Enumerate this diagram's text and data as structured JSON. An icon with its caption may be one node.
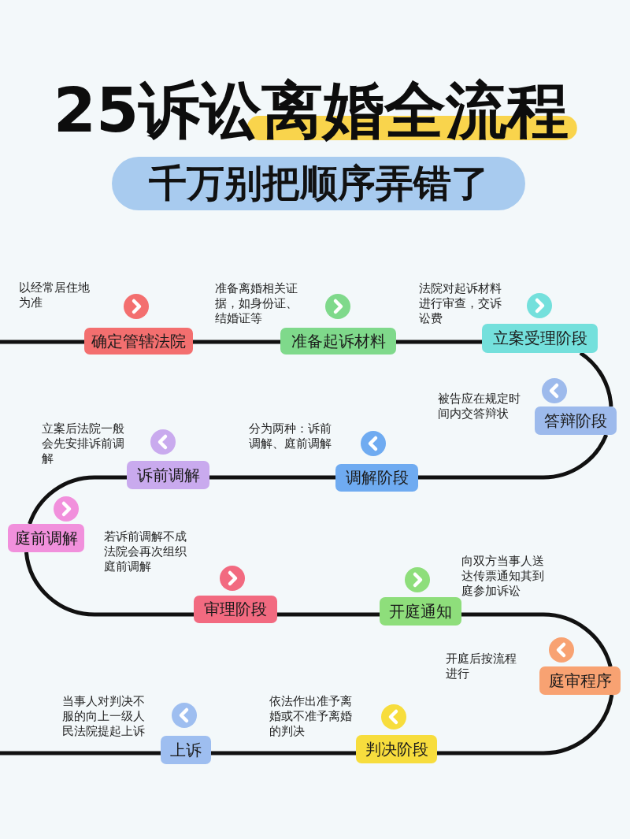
{
  "diagram": {
    "title": "25诉讼离婚全流程",
    "nodes": [
      {
        "text": [
          "千万别把顺序弄错了"
        ]
      },
      {
        "text": [
          "确定管辖法院"
        ],
        "beside": [
          "以经常居住地为准"
        ]
      },
      {
        "text": [
          "准备起诉材料"
        ],
        "beside": [
          "准备离婚相关证据，如身份证、结婚证等"
        ]
      },
      {
        "text": [
          "立案受理阶段"
        ],
        "beside": [
          "法院对起诉材料进行审查，交诉讼费"
        ]
      },
      {
        "text": [
          "答辩阶段"
        ],
        "beside": [
          "被告应在规定时间内交答辩状"
        ]
      },
      {
        "text": [
          "调解阶段"
        ],
        "beside": [
          "分为两种：诉前调解、庭前调解"
        ]
      },
      {
        "text": [
          "诉前调解"
        ],
        "beside": [
          "立案后法院一般会先安排诉前调解"
        ]
      },
      {
        "text": [
          "庭前调解"
        ],
        "beside": [
          "若诉前调解不成法院会再次组织庭前调解"
        ]
      },
      {
        "text": [
          "审理阶段"
        ]
      },
      {
        "text": [
          "开庭通知"
        ],
        "beside": [
          "向双方当事人送达传票通知其到庭参加诉讼"
        ]
      },
      {
        "text": [
          "庭审程序"
        ],
        "beside": [
          "开庭后按流程进行"
        ]
      },
      {
        "text": [
          "判决阶段"
        ],
        "beside": [
          "依法作出准予离婚或不准予离婚的判决"
        ]
      },
      {
        "text": [
          "上诉"
        ],
        "beside": [
          "当事人对判决不服的向上一级人民法院提起上诉"
        ]
      }
    ],
    "edges": [
      {
        "from": null,
        "to": 1,
        "arrow": "none"
      },
      {
        "from": 1,
        "to": 2,
        "arrow": "none"
      },
      {
        "from": 2,
        "to": 3,
        "arrow": "none"
      },
      {
        "from": 3,
        "to": 4,
        "arrow": "none"
      },
      {
        "from": 4,
        "to": 5,
        "arrow": "none"
      },
      {
        "from": 5,
        "to": 6,
        "arrow": "none"
      },
      {
        "from": 6,
        "to": 7,
        "arrow": "none"
      },
      {
        "from": 7,
        "to": 8,
        "arrow": "none"
      },
      {
        "from": 8,
        "to": 9,
        "arrow": "none"
      },
      {
        "from": 9,
        "to": 10,
        "arrow": "none"
      },
      {
        "from": 10,
        "to": 11,
        "arrow": "none"
      },
      {
        "from": 11,
        "to": 12,
        "arrow": "none"
      },
      {
        "from": 12,
        "to": null,
        "arrow": "none"
      }
    ]
  }
}
